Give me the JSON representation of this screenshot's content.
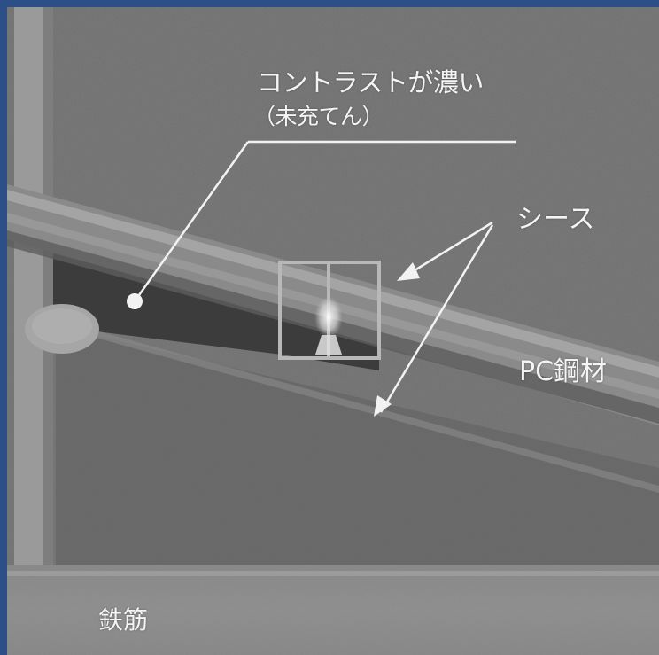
{
  "annotations": {
    "contrast_label": "コントラストが濃い",
    "unfilled_label": "（未充てん）",
    "sheath_label": "シース",
    "pc_steel_label": "PC鋼材",
    "rebar_label": "鉄筋"
  },
  "colors": {
    "frame_border": "#2b4f86",
    "annotation_line": "#f2f2f2",
    "label_text": "#f4f4f4"
  }
}
